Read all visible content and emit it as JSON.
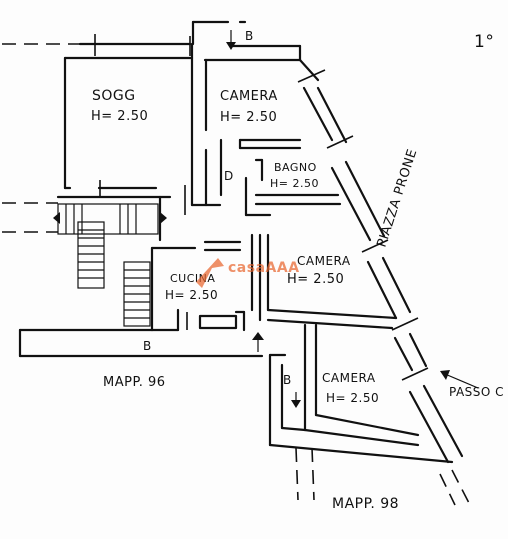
{
  "floor_label": "1°",
  "rooms": {
    "soggiorno": {
      "name": "SOGG",
      "height": "H= 2.50"
    },
    "camera_top": {
      "name": "CAMERA",
      "height": "H= 2.50"
    },
    "bagno": {
      "name": "BAGNO",
      "height": "H= 2.50"
    },
    "camera_mid": {
      "name": "CAMERA",
      "height": "H= 2.50"
    },
    "cucina": {
      "name": "CUCINA",
      "height": "H= 2.50"
    },
    "camera_bottom": {
      "name": "CAMERA",
      "height": "H= 2.50"
    }
  },
  "markers": {
    "b_top": "B",
    "d_left": "D",
    "b_lower": "B",
    "b_right": "B"
  },
  "street": "PIAZZA PRONE",
  "passage": "PASSO C",
  "parcels": {
    "left": "MAPP. 96",
    "bottom": "MAPP. 98"
  },
  "watermark": "casaAAA",
  "colors": {
    "ink": "#111111",
    "paper": "#fdfdfd",
    "watermark": "#e8622a"
  }
}
